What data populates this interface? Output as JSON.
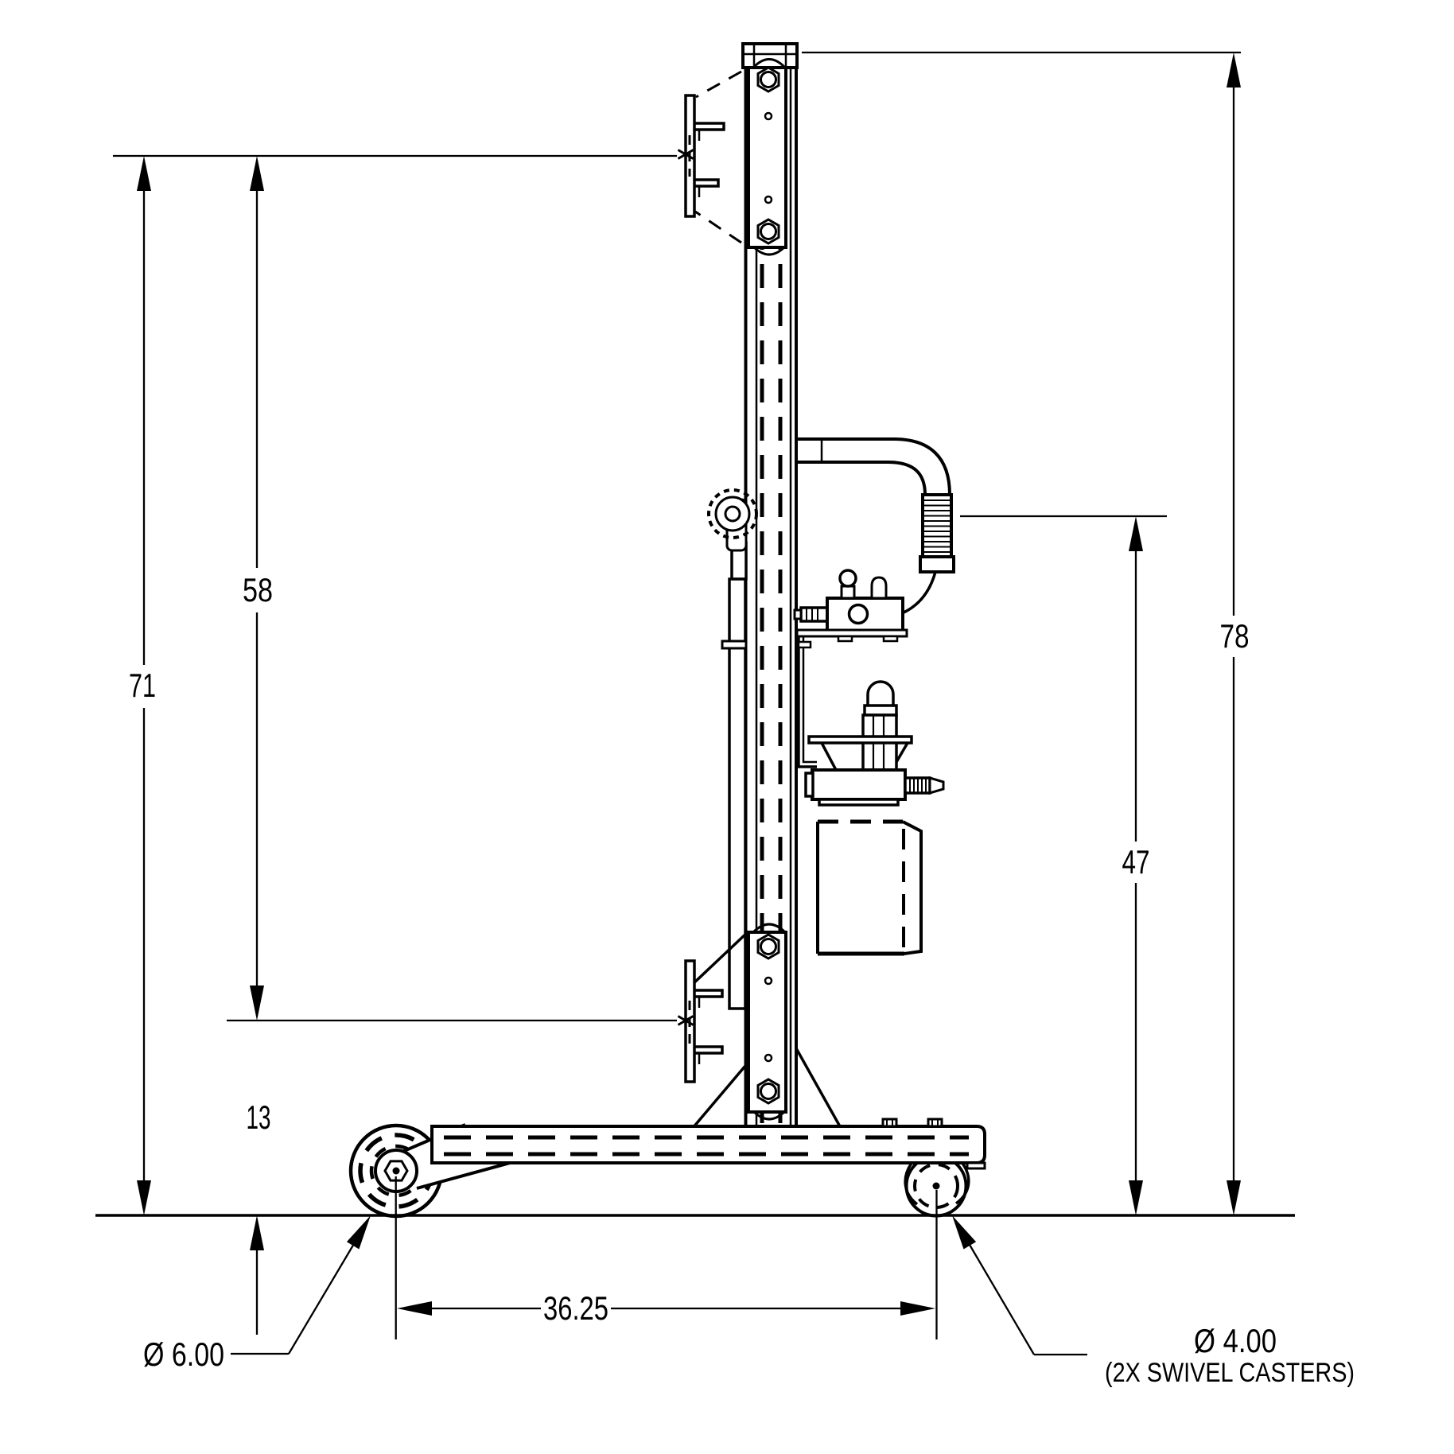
{
  "drawing": {
    "background": "#ffffff",
    "line_color": "#000000",
    "type": "side-view dimensioned drawing of manual material lift",
    "dims": {
      "raised_fork_height": "71",
      "lift_travel": "58",
      "overall_height": "78",
      "handle_height": "47",
      "lowered_fork_height": "13",
      "wheel_track": "36.25",
      "front_wheel_diameter": "Ø 6.00",
      "caster_diameter": "Ø 4.00",
      "caster_note": "(2X SWIVEL CASTERS)"
    }
  }
}
